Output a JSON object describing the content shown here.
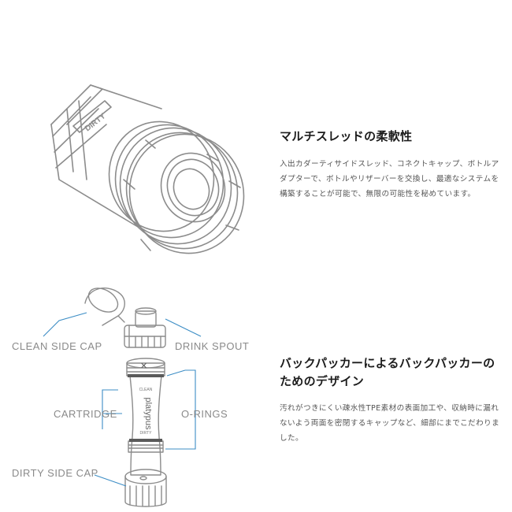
{
  "sections": [
    {
      "heading": "マルチスレッドの柔軟性",
      "body": "入出カダーティサイドスレッド、コネクトキャップ、ボトルアダプターで、ボトルやリザーバーを交換し、最適なシステムを構築することが可能で、無限の可能性を秘めています。"
    },
    {
      "heading": "バックパッカーによるバックパッカーのためのデザイン",
      "body": "汚れがつきにくい疎水性TPE素材の表面加工や、収納時に漏れないよう両面を密閉するキャップなど、細部にまでこだわりました。"
    }
  ],
  "illustration_1": {
    "cartridge_text": "DIRTY"
  },
  "illustration_2": {
    "labels": {
      "clean_side_cap": "CLEAN SIDE CAP",
      "drink_spout": "DRINK SPOUT",
      "cartridge": "CARTRIDGE",
      "o_rings": "O-RINGS",
      "dirty_side_cap": "DIRTY SIDE CAP"
    },
    "cartridge_texts": {
      "top": "CLEAN",
      "brand": "platypus",
      "bottom": "DIRTY"
    }
  },
  "colors": {
    "leader_line": "#3c8dc5",
    "label_gray": "#8a8a8a",
    "outline": "#9a9a9a"
  }
}
